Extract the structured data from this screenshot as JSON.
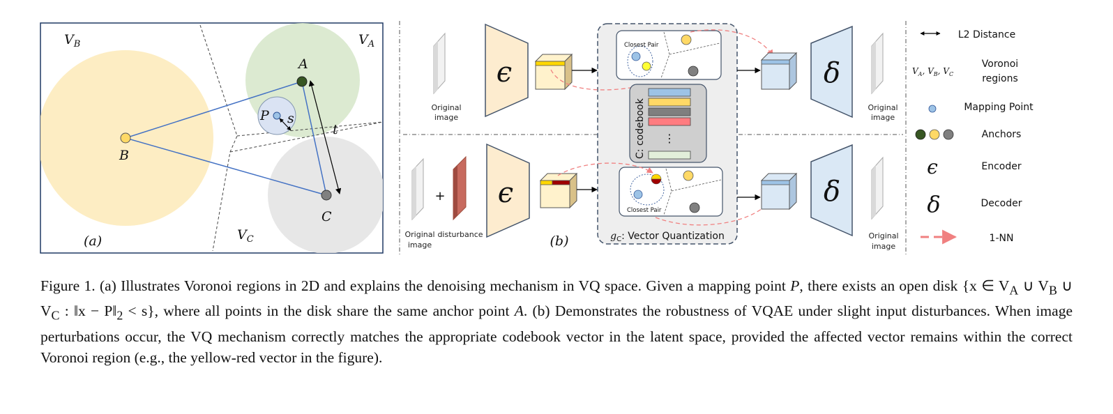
{
  "panel_a": {
    "label": "(a)",
    "regions": [
      "V_B",
      "V_A",
      "V_C"
    ],
    "points": [
      "A",
      "B",
      "C",
      "P"
    ],
    "radius_label": "s",
    "distance_label": "t"
  },
  "panel_b": {
    "label": "(b)",
    "top_row": {
      "input_label_line1": "Original",
      "input_label_line2": "image",
      "encoder_symbol": "ϵ",
      "decoder_symbol": "δ",
      "output_label_line1": "Original",
      "output_label_line2": "image",
      "closest_pair_label": "Closest Pair"
    },
    "bottom_row": {
      "plus": "+",
      "input_label_line1": "Original",
      "input_label_line2": "image",
      "disturbance_label": "disturbance",
      "encoder_symbol": "ϵ",
      "decoder_symbol": "δ",
      "output_label_line1": "Original",
      "output_label_line2": "image",
      "closest_pair_label": "Closest Pair"
    },
    "codebook_label": "C: codebook",
    "codebook_ellipsis": "⋮",
    "codebook_colors": [
      "#9dc3e6",
      "#ffd966",
      "#7f7f7f",
      "#ff7c80",
      "#e2efda"
    ],
    "vq_label": "g_C: Vector Quantization"
  },
  "legend": [
    {
      "symbol": "↔",
      "text": "L2  Distance"
    },
    {
      "symbol": "V_A, V_B, V_C",
      "text_line1": "Voronoi",
      "text_line2": "regions"
    },
    {
      "symbol": "mapping-point",
      "text": "Mapping Point"
    },
    {
      "symbol": "anchors",
      "text": "Anchors"
    },
    {
      "symbol": "ϵ",
      "text": "Encoder"
    },
    {
      "symbol": "δ",
      "text": "Decoder"
    },
    {
      "symbol": "dashed-arrow",
      "text": "1-NN"
    }
  ],
  "caption": {
    "p1": "Figure 1. (a) Illustrates Voronoi regions in 2D and explains the denoising mechanism in VQ space. Given a mapping point ",
    "p_var": "P",
    "p2": ", there exists an open disk {x ∈ V",
    "p2b": "A",
    "p2c": " ∪ V",
    "p2d": "B",
    "p2e": " ∪ V",
    "p2f": "C",
    "p2g": " : ‖x − P‖",
    "p2h": "2",
    "p2i": " < s}, where all points in the disk share the same anchor point ",
    "a_var": "A",
    "p3": ". (b) Demonstrates the robustness of VQAE under slight input disturbances. When image perturbations occur, the VQ mechanism correctly matches the appropriate codebook vector in the latent space, provided the affected vector remains within the correct Voronoi region (e.g., the yellow-red vector in the figure)."
  }
}
